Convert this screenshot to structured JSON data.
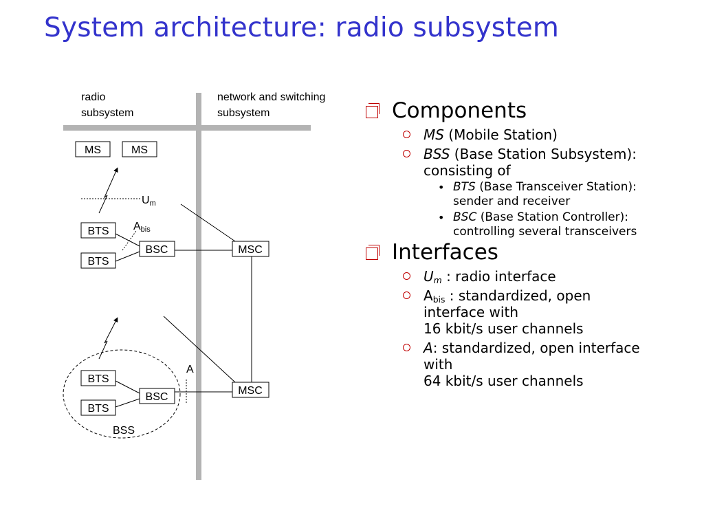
{
  "title": "System architecture: radio subsystem",
  "colors": {
    "title": "#3333cc",
    "bullet_marker": "#c00000",
    "divider": "#b3b3b3"
  },
  "diagram": {
    "header_left": [
      "radio",
      "subsystem"
    ],
    "header_right": [
      "network and switching",
      "subsystem"
    ],
    "ms1": "MS",
    "ms2": "MS",
    "um_label": "U",
    "um_sub": "m",
    "abis_label": "A",
    "abis_sub": "bis",
    "bts1": "BTS",
    "bts2": "BTS",
    "bsc1": "BSC",
    "msc1": "MSC",
    "a_label": "A",
    "bts3": "BTS",
    "bts4": "BTS",
    "bsc2": "BSC",
    "msc2": "MSC",
    "bss_label": "BSS"
  },
  "bullets": {
    "components": {
      "heading": "Components",
      "ms_term": "MS",
      "ms_desc": " (Mobile Station)",
      "bss_term": "BSS",
      "bss_desc_1": " (Base Station Subsystem):",
      "bss_desc_2": "consisting of",
      "bts_term": "BTS",
      "bts_desc_1": " (Base Transceiver Station):",
      "bts_desc_2": "sender and receiver",
      "bsc_term": "BSC",
      "bsc_desc_1": " (Base Station Controller):",
      "bsc_desc_2": "controlling several transceivers"
    },
    "interfaces": {
      "heading": "Interfaces",
      "um_term": "U",
      "um_sub": "m",
      "um_desc": " : radio interface",
      "abis_term": "A",
      "abis_sub": "bis",
      "abis_desc_1": " : standardized, open",
      "abis_desc_2": "interface with",
      "abis_desc_3": "16 kbit/s user channels",
      "a_term": "A",
      "a_desc_1": ": standardized, open interface",
      "a_desc_2": "with",
      "a_desc_3": "64 kbit/s user channels"
    },
    "bullet_glyph": "•"
  }
}
